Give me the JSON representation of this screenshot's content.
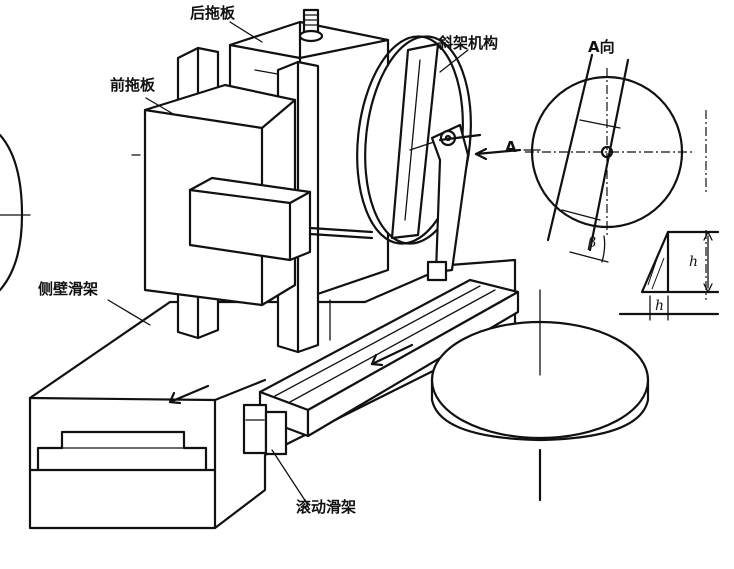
{
  "labels": {
    "rear_carriage": "后拖板",
    "front_carriage": "前拖板",
    "tilt_mechanism": "斜架机构",
    "view_a": "A向",
    "section_a": "A",
    "side_slide": "侧壁滑架",
    "roller_slide": "滚动滑架"
  },
  "symbols": {
    "beta": "β",
    "h_upper": "h",
    "h_lower": "h"
  }
}
